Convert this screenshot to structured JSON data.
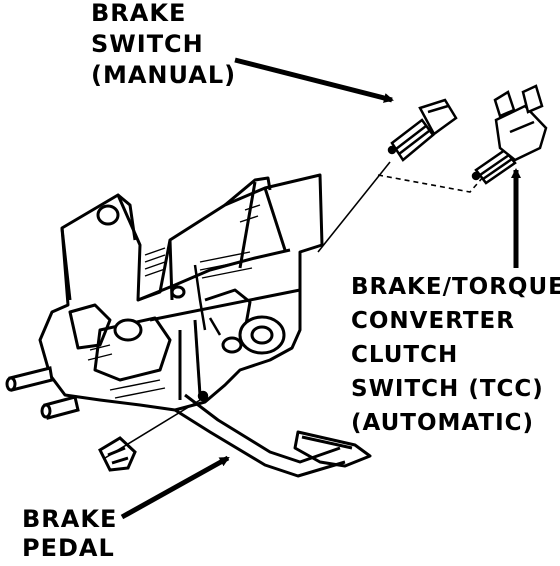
{
  "diagram": {
    "labels": {
      "brake_switch_manual": [
        "BRAKE",
        "SWITCH",
        "(MANUAL)"
      ],
      "brake_torque_switch": [
        "BRAKE/TORQUE",
        "CONVERTER",
        "CLUTCH",
        "SWITCH (TCC)",
        "(AUTOMATIC)"
      ],
      "brake_pedal": [
        "BRAKE",
        "PEDAL"
      ]
    },
    "colors": {
      "ink": "#000000",
      "paper": "#ffffff"
    }
  }
}
